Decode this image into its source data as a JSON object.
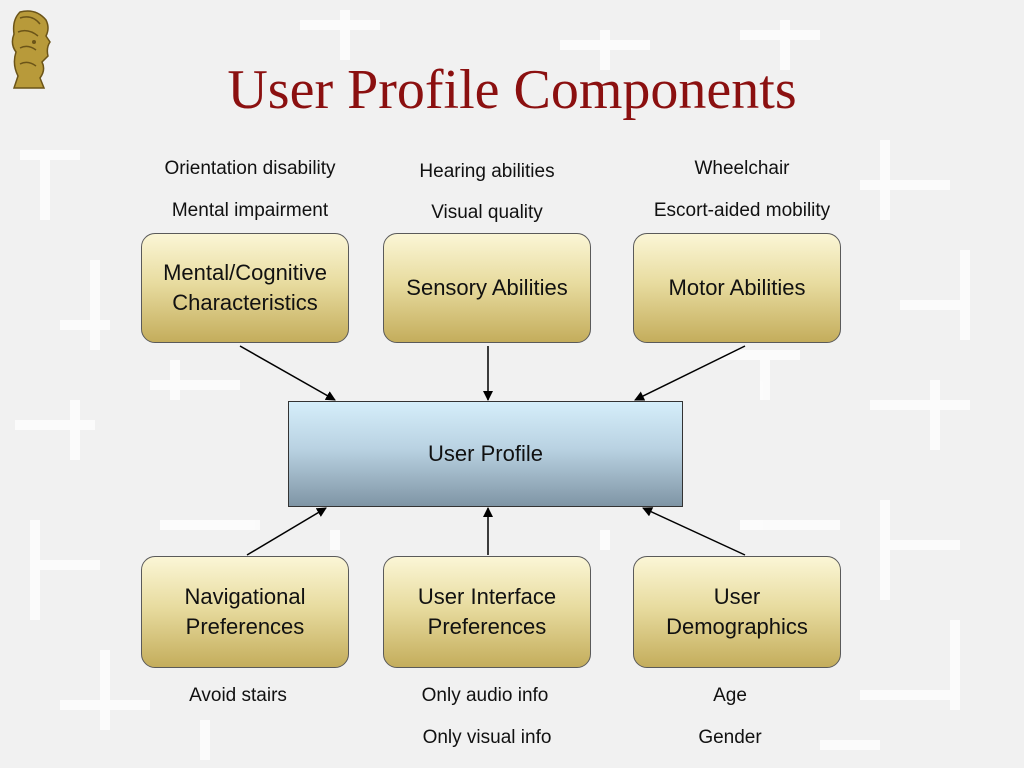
{
  "title": "User Profile Components",
  "top_boxes": [
    {
      "label": "Mental/Cognitive\nCharacteristics",
      "captions": [
        "Orientation disability",
        "Mental impairment"
      ]
    },
    {
      "label": "Sensory Abilities",
      "captions": [
        "Hearing abilities",
        "Visual quality"
      ]
    },
    {
      "label": "Motor Abilities",
      "captions": [
        "Wheelchair",
        "Escort-aided mobility"
      ]
    }
  ],
  "center": {
    "label": "User Profile"
  },
  "bottom_boxes": [
    {
      "label": "Navigational\nPreferences",
      "captions": [
        "Avoid stairs"
      ]
    },
    {
      "label": "User Interface\nPreferences",
      "captions": [
        "Only audio info",
        "Only visual info"
      ]
    },
    {
      "label": "User\nDemographics",
      "captions": [
        "Age",
        "Gender"
      ]
    }
  ],
  "colors": {
    "title": "#8b1010",
    "box_fill_top": "#fbf6d6",
    "box_fill_bottom": "#c4ad5c",
    "profile_fill_top": "#d5eefa",
    "profile_fill_bottom": "#7f95a5"
  },
  "icons": {
    "logo": "helmeted-head-emblem-icon"
  }
}
